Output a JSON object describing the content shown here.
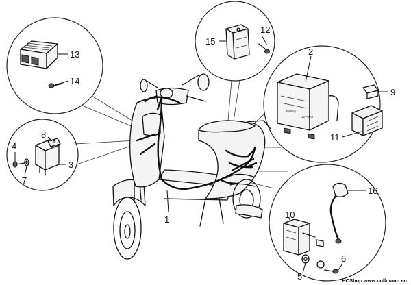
{
  "diagram": {
    "callouts": [
      "1",
      "2",
      "3",
      "4",
      "5",
      "6",
      "7",
      "8",
      "9",
      "10",
      "11",
      "12",
      "13",
      "14",
      "15",
      "16"
    ],
    "battery_markings": [
      "Battery",
      "12V-9Ah"
    ]
  },
  "watermark": "HCShop www.collmann.eu"
}
